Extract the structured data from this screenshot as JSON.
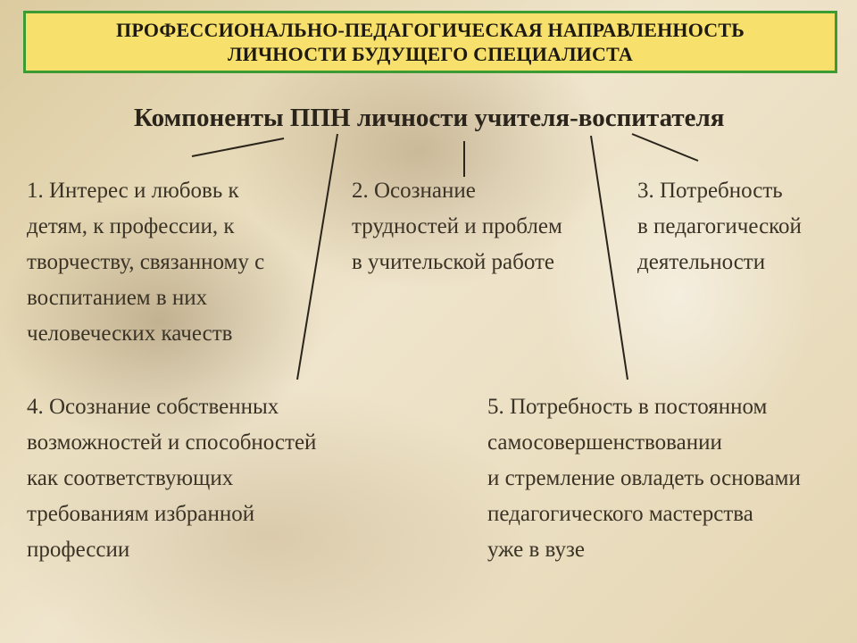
{
  "header": {
    "title_line1": "ПРОФЕССИОНАЛЬНО-ПЕДАГОГИЧЕСКАЯ НАПРАВЛЕННОСТЬ",
    "title_line2": "ЛИЧНОСТИ БУДУЩЕГО СПЕЦИАЛИСТА"
  },
  "diagram": {
    "heading": "Компоненты ППН личности учителя-воспитателя",
    "components": [
      {
        "lines": [
          "1. Интерес и любовь к",
          "детям, к профессии, к",
          "творчеству, связанному с",
          "воспитанием в них",
          "человеческих качеств"
        ]
      },
      {
        "lines": [
          "2. Осознание",
          "трудностей и проблем",
          "в учительской работе"
        ]
      },
      {
        "lines": [
          "3. Потребность",
          "в педагогической",
          "деятельности"
        ]
      },
      {
        "lines": [
          "4. Осознание собственных",
          "возможностей и способностей",
          "как соответствующих",
          "требованиям избранной",
          "профессии"
        ]
      },
      {
        "lines": [
          "5. Потребность в постоянном",
          "самосовершенствовании",
          "и стремление овладеть основами",
          "педагогического мастерства",
          "уже в вузе"
        ]
      }
    ]
  },
  "colors": {
    "title_background": "#f7e06b",
    "title_border": "#3d9b33",
    "text": "#3a3326"
  }
}
